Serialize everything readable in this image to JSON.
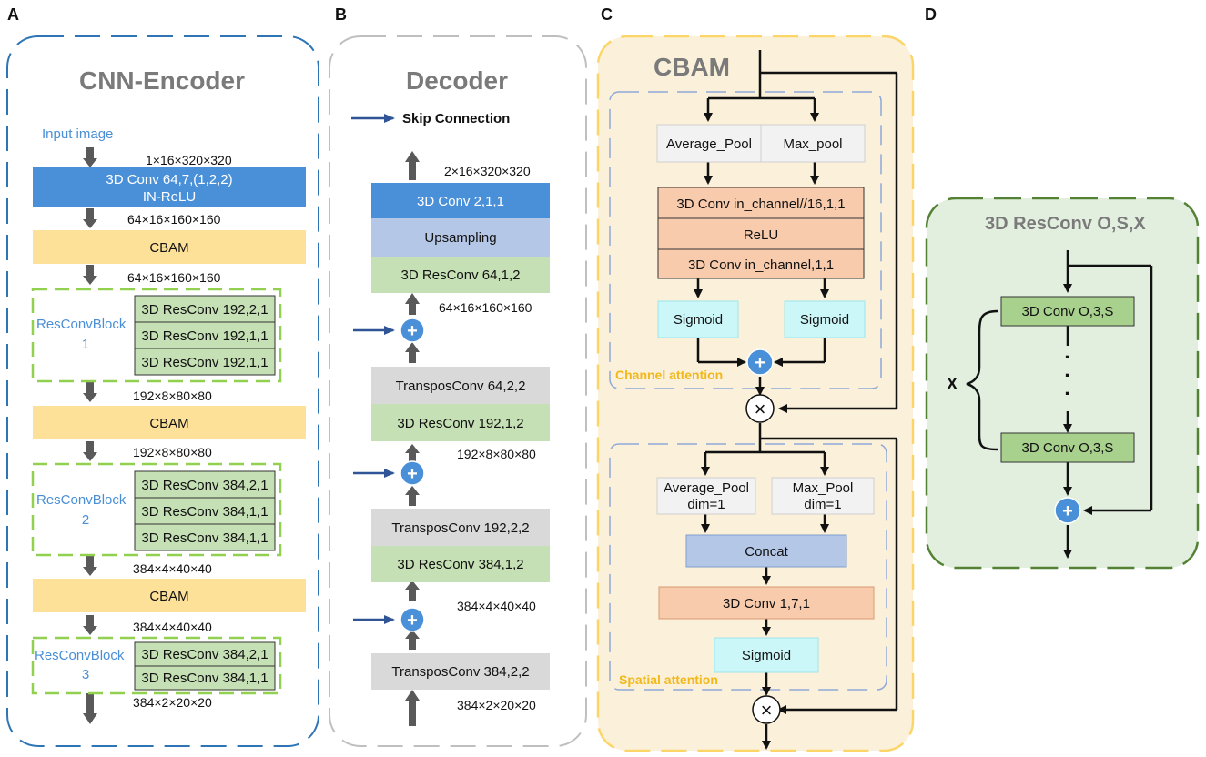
{
  "panels": {
    "a": "A",
    "b": "B",
    "c": "C",
    "d": "D"
  },
  "encoder": {
    "title": "CNN-Encoder",
    "input_label": "Input image",
    "conv1_line1": "3D Conv 64,7,(1,2,2)",
    "conv1_line2": "IN-ReLU",
    "cbam": "CBAM",
    "dims": [
      "1×16×320×320",
      "64×16×160×160",
      "64×16×160×160",
      "192×8×80×80",
      "192×8×80×80",
      "384×4×40×40",
      "384×4×40×40",
      "384×2×20×20"
    ],
    "block1": {
      "name": "ResConvBlock",
      "num": "1",
      "rows": [
        "3D ResConv 192,2,1",
        "3D ResConv 192,1,1",
        "3D ResConv 192,1,1"
      ]
    },
    "block2": {
      "name": "ResConvBlock",
      "num": "2",
      "rows": [
        "3D ResConv 384,2,1",
        "3D ResConv 384,1,1",
        "3D ResConv 384,1,1"
      ]
    },
    "block3": {
      "name": "ResConvBlock",
      "num": "3",
      "rows": [
        "3D ResConv 384,2,1",
        "3D ResConv 384,1,1"
      ]
    }
  },
  "decoder": {
    "title": "Decoder",
    "skip_label": "Skip Connection",
    "out_dim": "2×16×320×320",
    "conv_out": "3D Conv 2,1,1",
    "upsampling": "Upsampling",
    "resconv_a": "3D ResConv 64,1,2",
    "dim_a": "64×16×160×160",
    "transpos_a": "TransposConv 64,2,2",
    "resconv_b": "3D ResConv 192,1,2",
    "dim_b": "192×8×80×80",
    "transpos_b": "TransposConv 192,2,2",
    "resconv_c": "3D ResConv 384,1,2",
    "dim_c": "384×4×40×40",
    "transpos_c": "TransposConv 384,2,2",
    "dim_d": "384×2×20×20"
  },
  "cbam": {
    "title": "CBAM",
    "avg_pool": "Average_Pool",
    "max_pool": "Max_pool",
    "conv_a": "3D Conv  in_channel//16,1,1",
    "relu": "ReLU",
    "conv_b": "3D Conv in_channel,1,1",
    "sigmoid": "Sigmoid",
    "channel_att": "Channel attention",
    "avg_pool2_line1": "Average_Pool",
    "avg_pool2_line2": "dim=1",
    "max_pool2_line1": "Max_Pool",
    "max_pool2_line2": "dim=1",
    "concat": "Concat",
    "conv_c": "3D Conv 1,7,1",
    "spatial_att": "Spatial attention"
  },
  "resconv": {
    "title": "3D ResConv  O,S,X",
    "conv_top": "3D Conv  O,3,S",
    "conv_bottom": "3D Conv  O,3,S",
    "x_label": "X"
  },
  "symbols": {
    "plus": "+",
    "times": "×",
    "dots": "·"
  },
  "colors": {
    "conv_blue": "#4a90d9",
    "cbam_yellow": "#fde199",
    "res_green": "#c5e0b4",
    "upsample_purple": "#b4c7e7",
    "transpos_gray": "#d9d9d9",
    "relu_orange": "#f8cbad",
    "sigmoid_cyan": "#ccf7f9",
    "cbam_bg": "#fbf0d9",
    "resconv_bg": "#e2efdf"
  }
}
